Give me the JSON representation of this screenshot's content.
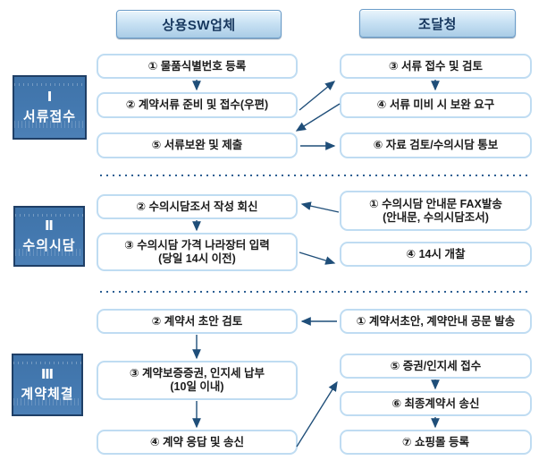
{
  "columns": {
    "vendor_header": "상용SW업체",
    "agency_header": "조달청"
  },
  "phases": {
    "p1": {
      "numeral": "Ⅰ",
      "label": "서류접수"
    },
    "p2": {
      "numeral": "Ⅱ",
      "label": "수의시담"
    },
    "p3": {
      "numeral": "Ⅲ",
      "label": "계약체결"
    }
  },
  "steps": {
    "s1_item_number": "① 물품식별번호 등록",
    "s1_prepare_docs": "② 계약서류 준비 및 접수(우편)",
    "s1_receive_review": "③ 서류 접수 및 검토",
    "s1_request_fix": "④ 서류 미비 시 보완 요구",
    "s1_fix_submit": "⑤ 서류보완 및 제출",
    "s1_review_notify": "⑥ 자료 검토/수의시담 통보",
    "s2_fax_line1": "① 수의시담 안내문 FAX발송",
    "s2_fax_line2": "(안내문, 수의시담조서)",
    "s2_reply": "② 수의시담조서 작성 회신",
    "s2_price_line1": "③ 수의시담 가격 나라장터 입력",
    "s2_price_line2": "(당일 14시 이전)",
    "s2_open": "④ 14시 개찰",
    "s3_draft_send": "① 계약서초안, 계약안내 공문 발송",
    "s3_draft_review": "② 계약서 초안 검토",
    "s3_bond_line1": "③ 계약보증증권, 인지세 납부",
    "s3_bond_line2": "(10일 이내)",
    "s3_reply_send": "④ 계약 응답 및 송신",
    "s3_receive_bond": "⑤ 증권/인지세 접수",
    "s3_final_send": "⑥ 최종계약서 송신",
    "s3_mall_register": "⑦ 쇼핑몰 등록"
  },
  "colors": {
    "arrow": "#1F4E79",
    "step_box_border": "#BFDCF2",
    "header_text": "#17375E",
    "phase_fill": "#4479B0",
    "phase_border": "#1F3F66",
    "separator_dot": "#2D5F93"
  }
}
